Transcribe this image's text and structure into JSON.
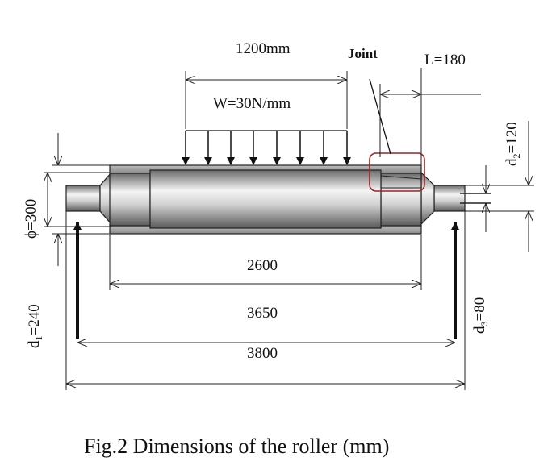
{
  "labels": {
    "load_length": "1200mm",
    "joint": "Joint",
    "joint_length": "L=180",
    "load": "W=30N/mm",
    "diameter_main": "ϕ=300",
    "diameter_shaft_d1": "d",
    "diameter_shaft_d1_sub": "1",
    "diameter_shaft_d1_val": "=240",
    "diameter_d2": "d",
    "diameter_d2_sub": "2",
    "diameter_d2_val": "=120",
    "diameter_d3": "d",
    "diameter_d3_sub": "3",
    "diameter_d3_val": "=80",
    "dim_2600": "2600",
    "dim_3650": "3650",
    "dim_3800": "3800"
  },
  "caption": "Fig.2 Dimensions of the roller (mm)",
  "colors": {
    "joint_box": "#a02020",
    "ink": "#111111"
  }
}
